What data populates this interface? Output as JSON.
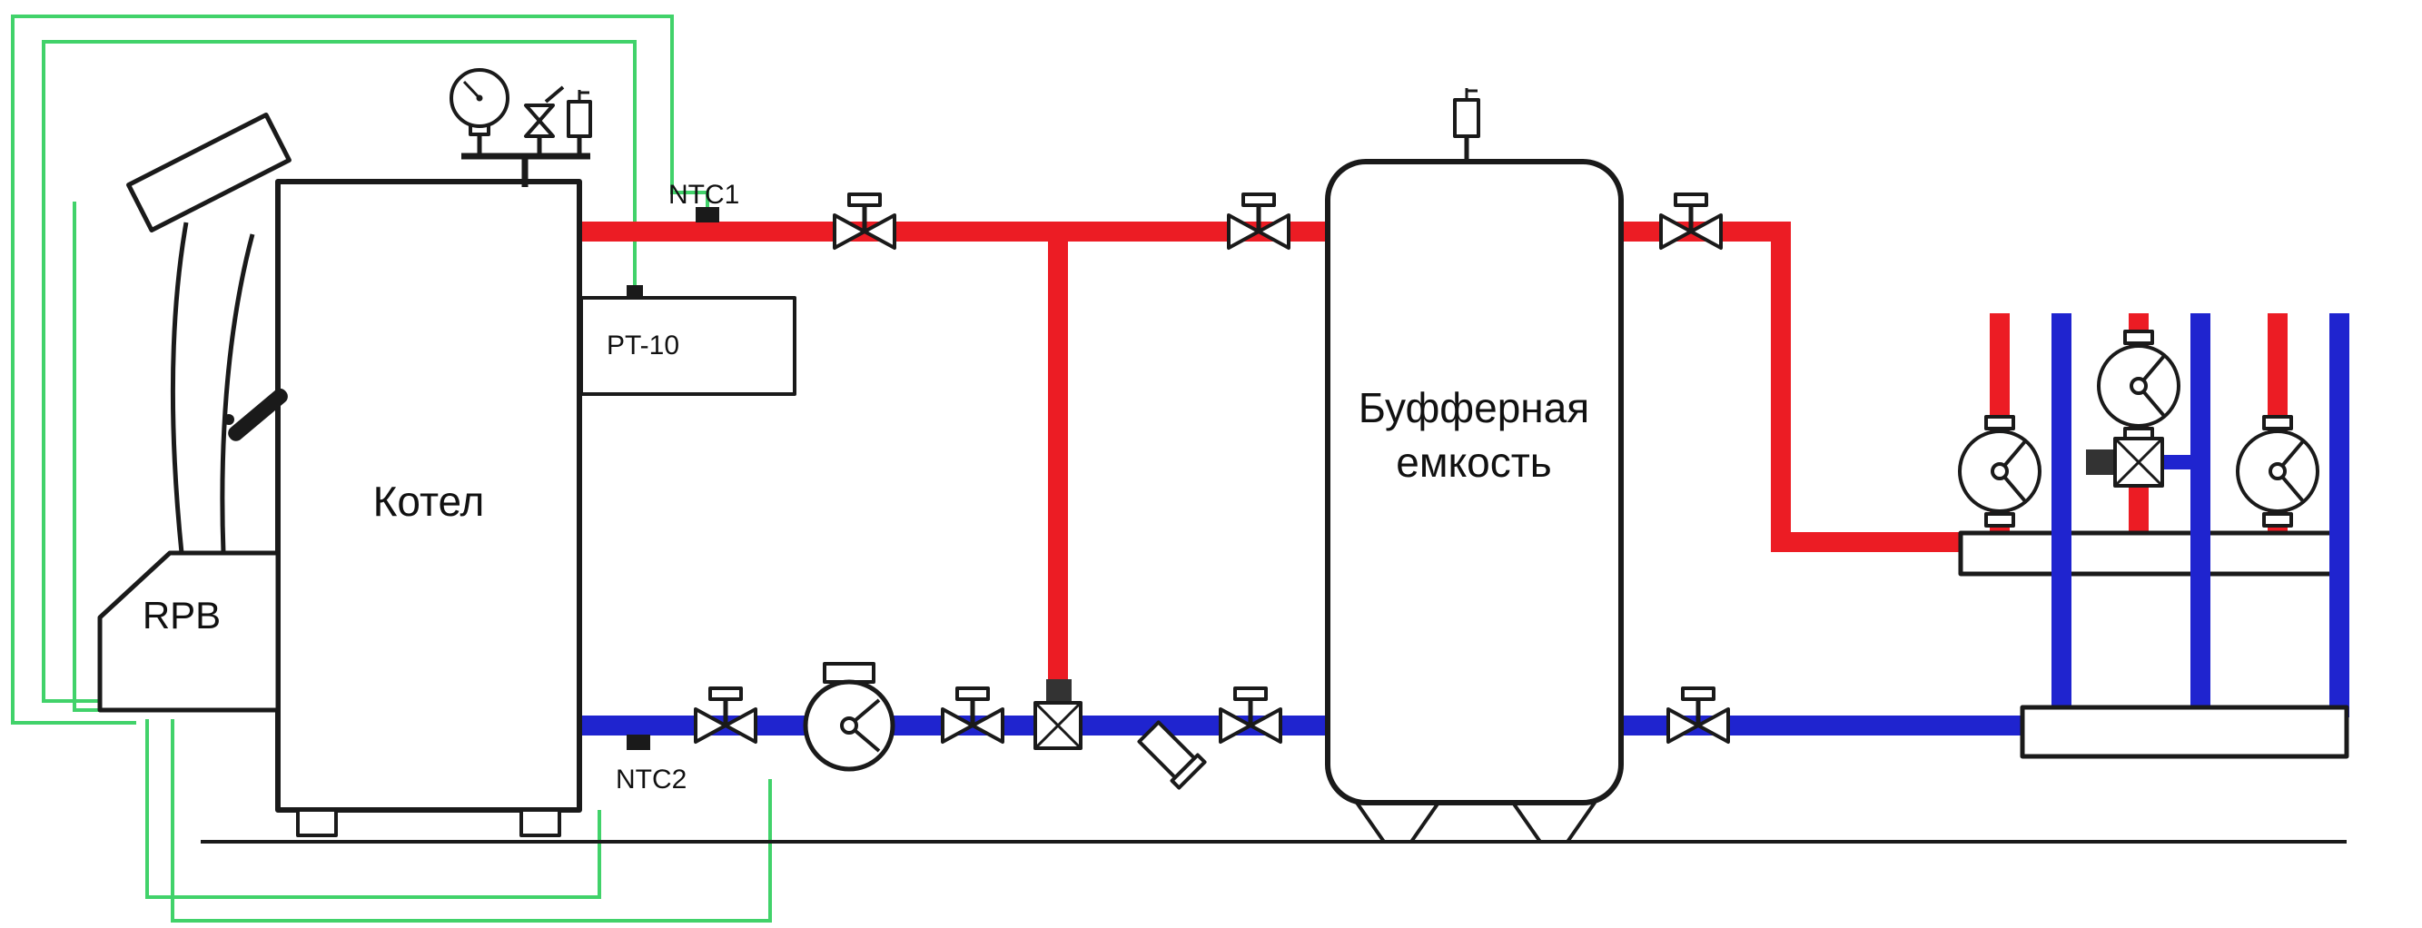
{
  "diagram": {
    "labels": {
      "boiler": "Котел",
      "burner": "RPB",
      "buffer_line1": "Буфферная",
      "buffer_line2": "емкость",
      "sensor_ntc1": "NTC1",
      "sensor_ntc2": "NTC2",
      "sensor_pt10": "PT-10"
    },
    "colors": {
      "supply_pipe": "#ec1c24",
      "return_pipe": "#1f24cf",
      "sensor_wire": "#41d26a",
      "outline": "#1a1a1a"
    }
  }
}
